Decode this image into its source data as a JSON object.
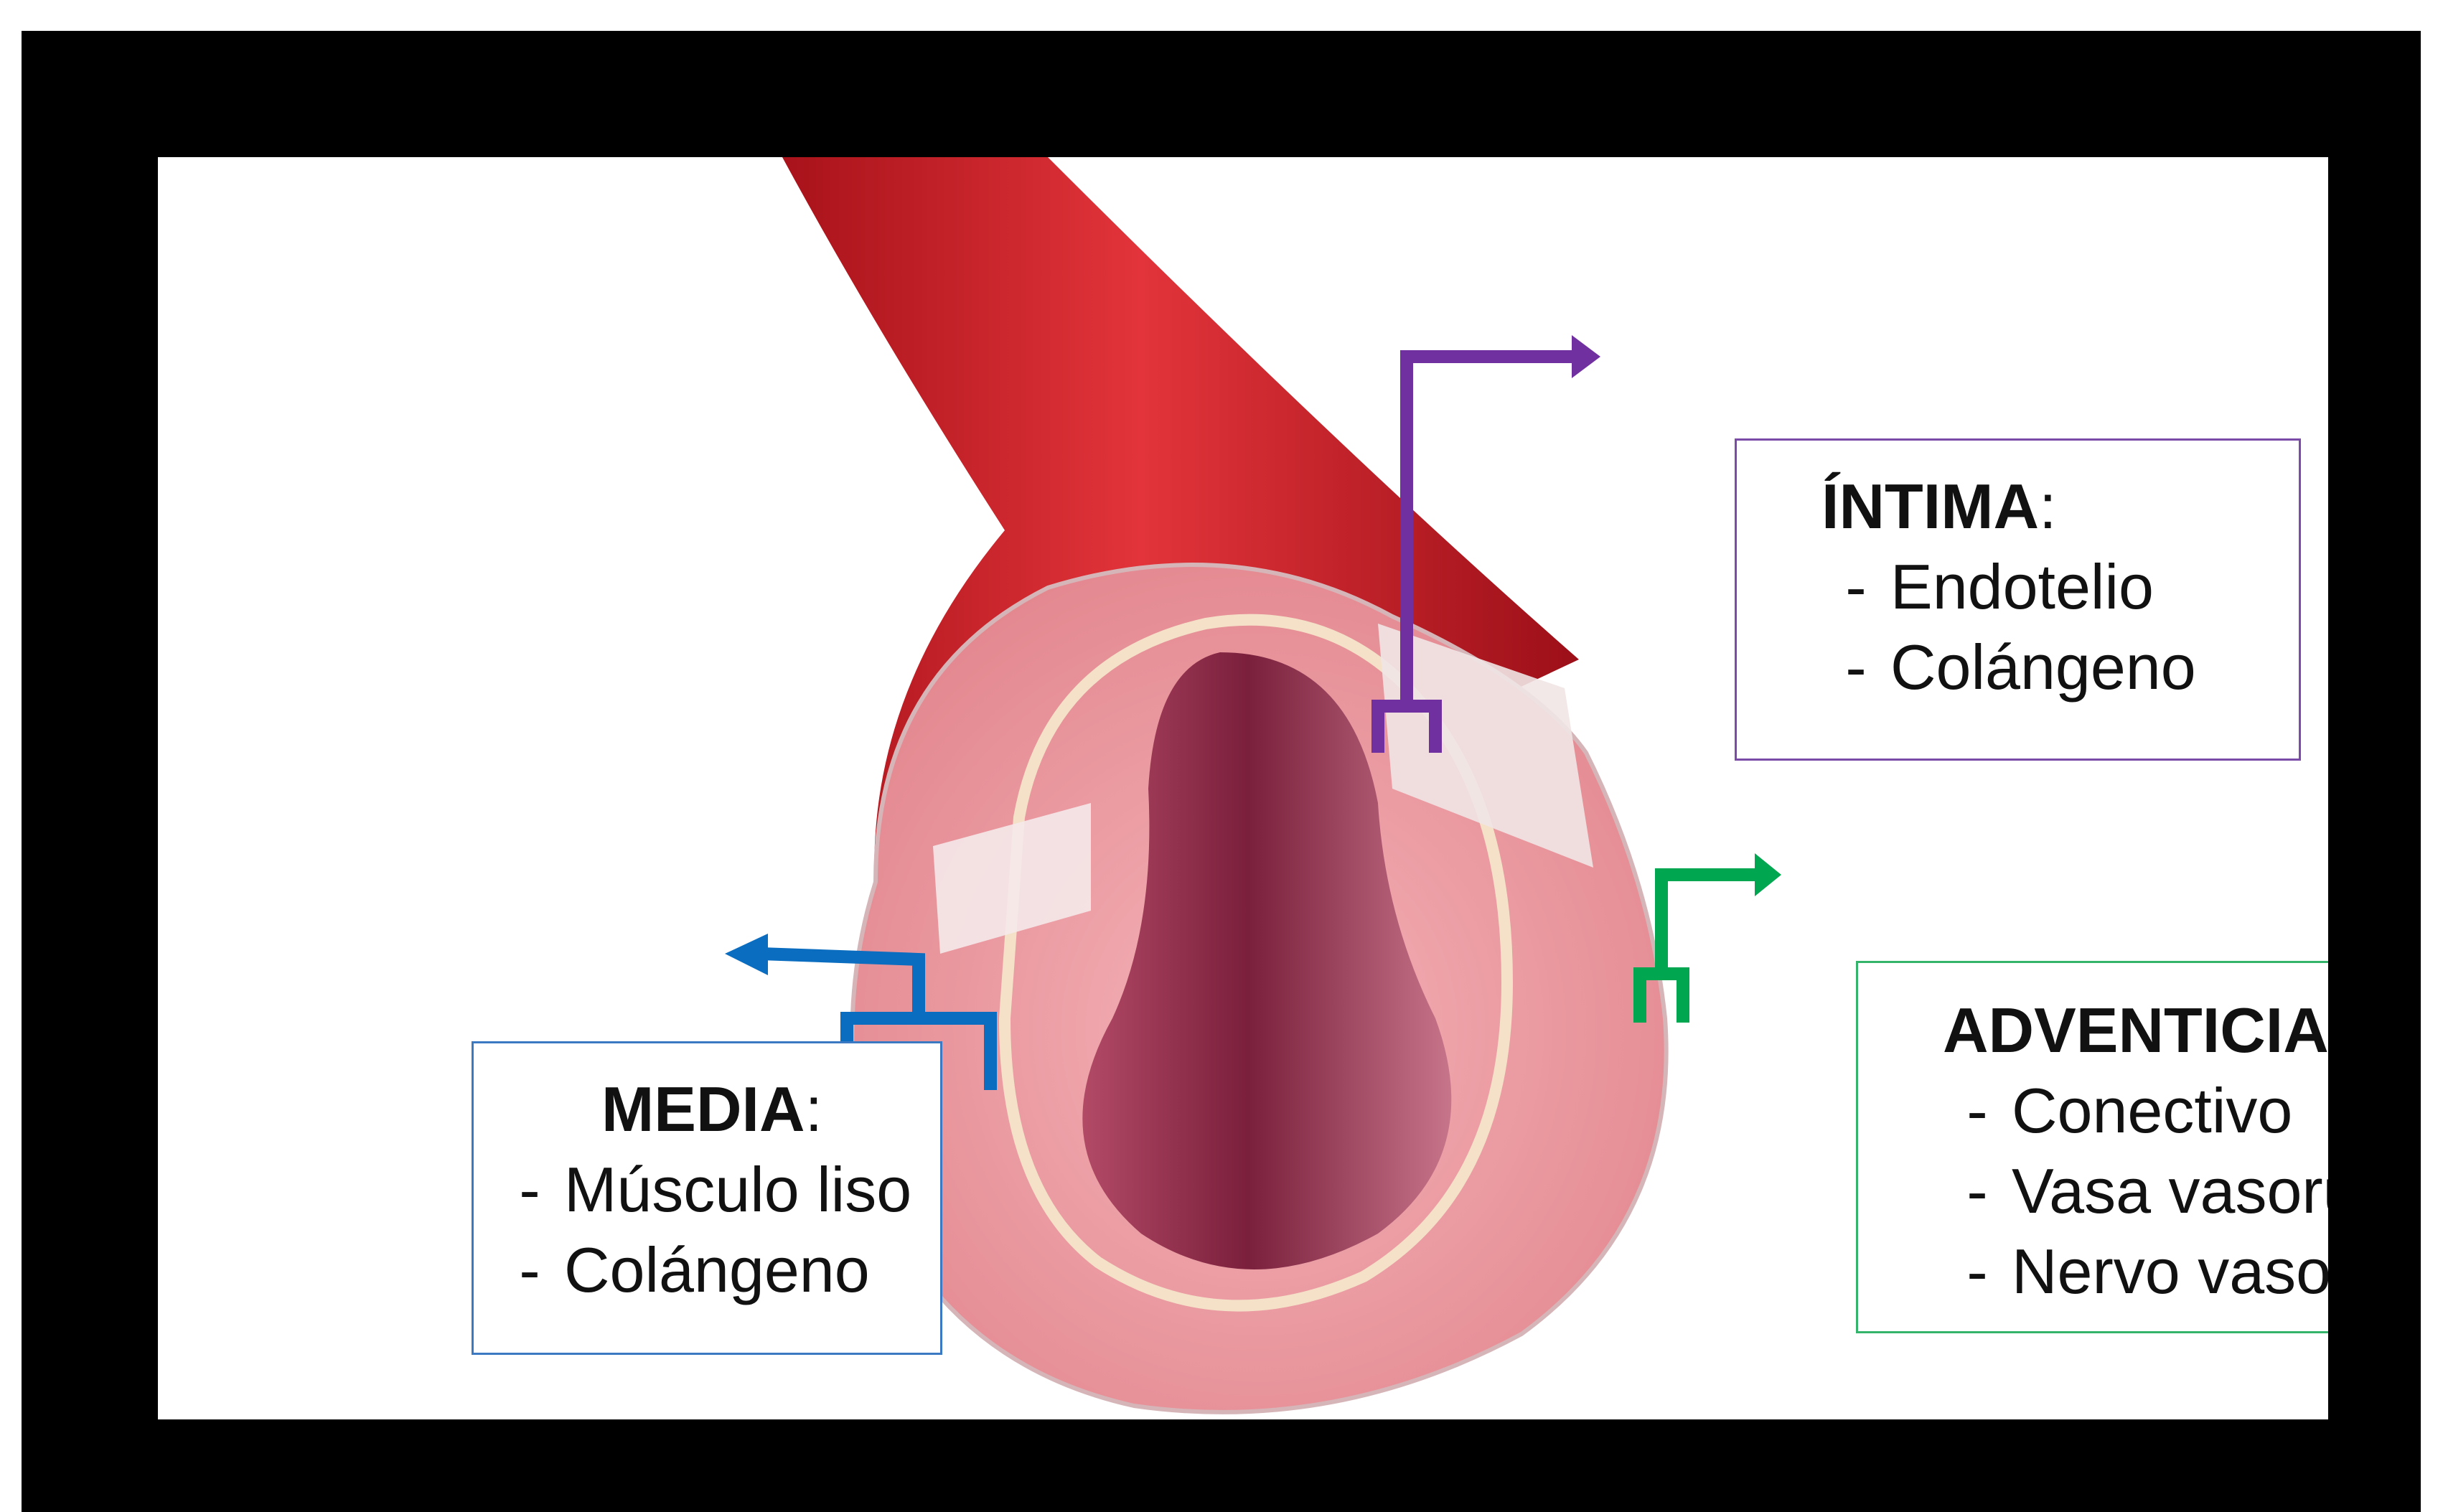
{
  "colors": {
    "frame": "#000000",
    "intima_accent": "#7030a0",
    "media_accent": "#0b6dbf",
    "adventicia_accent": "#00a650",
    "vessel_outer": "#c8202a",
    "vessel_wall": "#e98f98",
    "lumen": "#8e2a45"
  },
  "icons": {
    "intima_pointer": "bracket-arrow-icon",
    "media_pointer": "bracket-arrow-icon",
    "adventicia_pointer": "bracket-arrow-icon"
  },
  "labels": {
    "intima": {
      "title": "ÍNTIMA",
      "colon": ":",
      "items": [
        {
          "dash": "-",
          "text": "Endotelio"
        },
        {
          "dash": "-",
          "text": "Colángeno"
        }
      ]
    },
    "media": {
      "title": "MEDIA",
      "colon": ":",
      "items": [
        {
          "dash": "-",
          "text": "Músculo liso"
        },
        {
          "dash": "-",
          "text": "Colángeno"
        }
      ]
    },
    "adventicia": {
      "title": "ADVENTICIA",
      "colon": ":",
      "items": [
        {
          "dash": "-",
          "text": "Conectivo"
        },
        {
          "dash": "-",
          "text": "Vasa vasorum"
        },
        {
          "dash": "-",
          "text": "Nervo vasorum"
        }
      ]
    }
  }
}
